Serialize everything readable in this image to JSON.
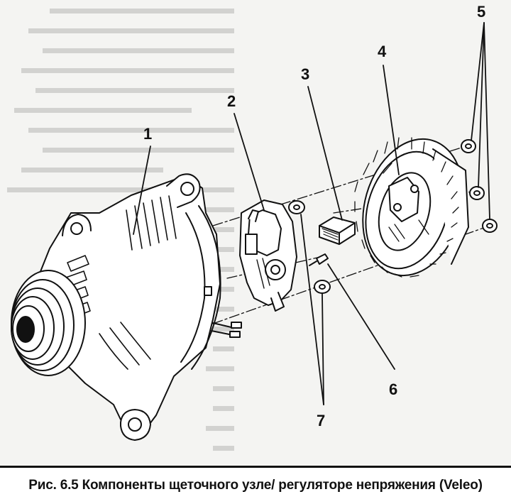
{
  "callouts": {
    "c1": "1",
    "c2": "2",
    "c3": "3",
    "c4": "4",
    "c5": "5",
    "c6": "6",
    "c7": "7"
  },
  "caption": "Рис. 6.5 Компоненты щеточного узле/ регуляторе непряжения (Veleo)",
  "colors": {
    "ink": "#111111",
    "paper": "#f4f4f2",
    "bleed": "#d2d2d0"
  }
}
